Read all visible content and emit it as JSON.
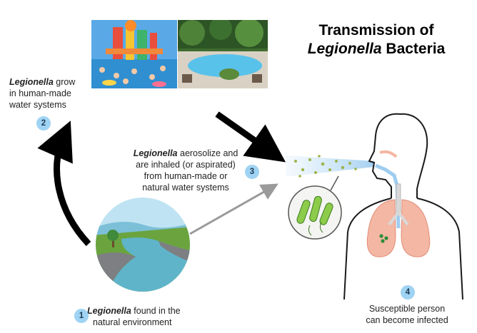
{
  "title": {
    "line1": "Transmission of",
    "line2_italic": "Legionella",
    "line2_rest": " Bacteria"
  },
  "steps": [
    {
      "number": "1",
      "italic": "Legionella",
      "text1": " found in the",
      "text2": "natural environment"
    },
    {
      "number": "2",
      "italic": "Legionella",
      "text1": " grow",
      "text2": "in human-made",
      "text3": "water systems"
    },
    {
      "number": "3",
      "italic": "Legionella",
      "text1": " aerosolize and",
      "text2": "are inhaled (or aspirated)",
      "text3": "from human-made or",
      "text4": "natural water systems"
    },
    {
      "number": "4",
      "text1": "Susceptible person",
      "text2": "can become infected"
    }
  ],
  "colors": {
    "badge": "#9fd3f3",
    "lungs": "#f4b7a3",
    "bacteria": "#8ccc4a",
    "river": "#5fb4c9",
    "aerosol": "#c8e4f7"
  }
}
